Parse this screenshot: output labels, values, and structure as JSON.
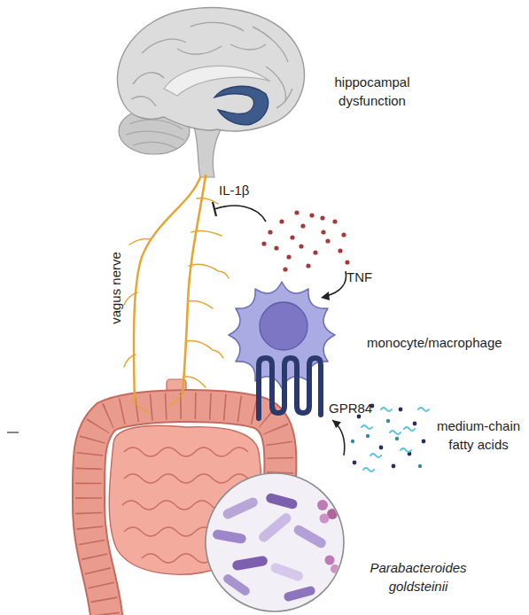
{
  "diagram": {
    "nodes": [
      {
        "text": [
          "hippocampal dysfunction"
        ]
      },
      {
        "text": [
          "vagus nerve"
        ]
      },
      {
        "text": [
          "monocyte/macrophage"
        ]
      },
      {
        "text": [
          "GPR84"
        ]
      },
      {
        "text": [
          "medium-chain fatty acids"
        ]
      },
      {
        "text": [
          "Parabacteroides goldsteinii"
        ]
      }
    ],
    "edges": [
      {
        "from": 4,
        "to": 3,
        "arrow": "to"
      }
    ],
    "labels": [
      "IL-1β",
      "TNF"
    ]
  }
}
